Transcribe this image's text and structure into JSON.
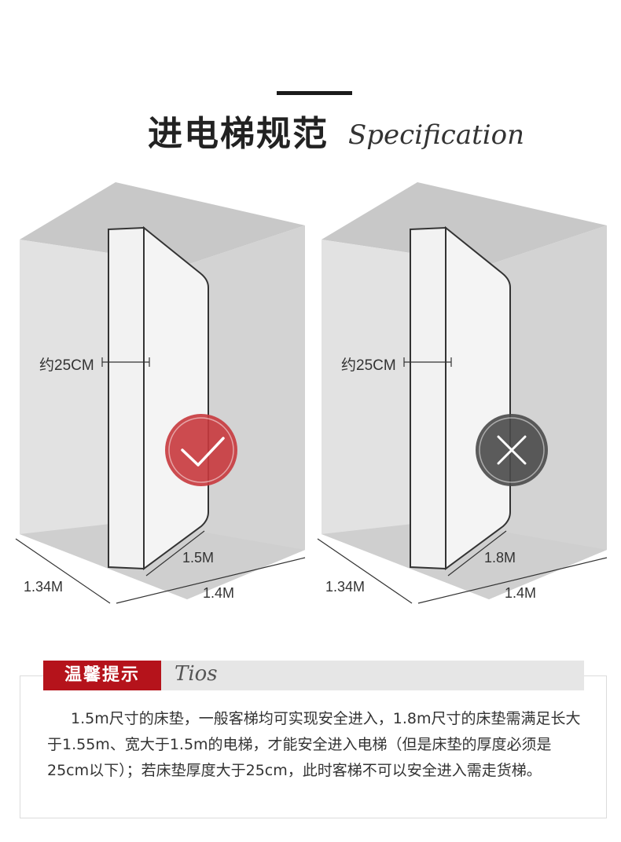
{
  "header": {
    "title": "进电梯规范",
    "subtitle": "Specification"
  },
  "panels": [
    {
      "thickness_label": "约25CM",
      "mattress_width_label": "1.5M",
      "depth_label": "1.34M",
      "width_label": "1.4M",
      "status": "ok",
      "status_icon": "check-icon",
      "status_color": "#c8383d"
    },
    {
      "thickness_label": "约25CM",
      "mattress_width_label": "1.8M",
      "depth_label": "1.34M",
      "width_label": "1.4M",
      "status": "not-ok",
      "status_icon": "cross-icon",
      "status_color": "#4a4a4a"
    }
  ],
  "tips": {
    "heading": "温馨提示",
    "heading_script": "Tios",
    "body": "1.5m尺寸的床垫，一般客梯均可实现安全进入，1.8m尺寸的床垫需满足长大于1.55m、宽大于1.5m的电梯，才能安全进入电梯（但是床垫的厚度必须是25cm以下）；若床垫厚度大于25cm，此时客梯不可以安全进入需走货梯。"
  },
  "colors": {
    "accent_red": "#b5131b",
    "wall_light": "#e3e3e3",
    "wall_mid": "#d6d6d6",
    "ceiling": "#c9c9c9"
  }
}
